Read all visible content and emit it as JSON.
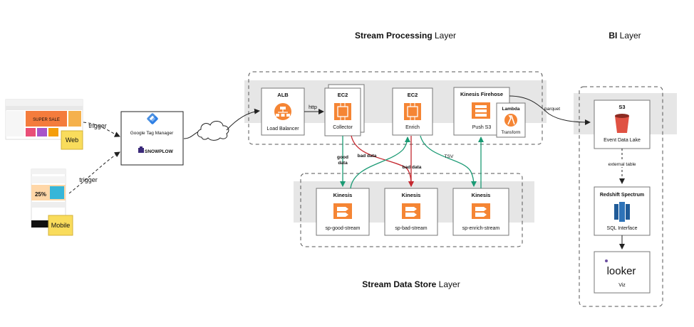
{
  "layers": {
    "stream_processing": {
      "bold": "Stream Processing",
      "rest": " Layer"
    },
    "stream_data_store": {
      "bold": "Stream Data Store",
      "rest": " Layer"
    },
    "bi": {
      "bold": "BI",
      "rest": " Layer"
    }
  },
  "sources": {
    "web": "Web",
    "mobile": "Mobile",
    "web_thumb_banner": "SUPER SALE",
    "mobile_thumb_text": "25%"
  },
  "tag_manager": {
    "gtm": "Google Tag Manager",
    "snowplow": "SNOWPLOW"
  },
  "edges": {
    "trigger_web": "trigger",
    "trigger_mobile": "trigger",
    "http": "http",
    "good_data_1": "good",
    "good_data_2": "data",
    "bad_data_collector": "bad data",
    "bad_data_enrich": "bad data",
    "tsv": "TSV",
    "parquet": "parquet",
    "external_table": "external table"
  },
  "nodes": {
    "alb": {
      "title": "ALB",
      "label": "Load Balancer"
    },
    "collector": {
      "title": "EC2",
      "label": "Collector"
    },
    "enrich": {
      "title": "EC2",
      "label": "Enrich"
    },
    "firehose": {
      "title": "Kinesis Firehose",
      "label": "Push S3"
    },
    "lambda": {
      "title": "Lambda",
      "label": "Transform"
    },
    "good_stream": {
      "title": "Kinesis",
      "label": "sp-good-stream"
    },
    "bad_stream": {
      "title": "Kinesis",
      "label": "sp-bad-stream"
    },
    "enrich_stream": {
      "title": "Kinesis",
      "label": "sp-enrich-stream"
    },
    "s3": {
      "title": "S3",
      "label": "Event Data Lake"
    },
    "redshift": {
      "title": "Redshift Spectrum",
      "label": "SQL Interface"
    },
    "looker": {
      "title": "looker",
      "label": "Viz"
    }
  },
  "colors": {
    "aws_orange": "#f58534",
    "s3_red": "#e05243",
    "redshift_blue": "#2e73b8",
    "good_green": "#1b9a74",
    "bad_red": "#c4282f",
    "looker_purple": "#6c4fa1",
    "sticky_yellow": "#f9dc5c"
  }
}
